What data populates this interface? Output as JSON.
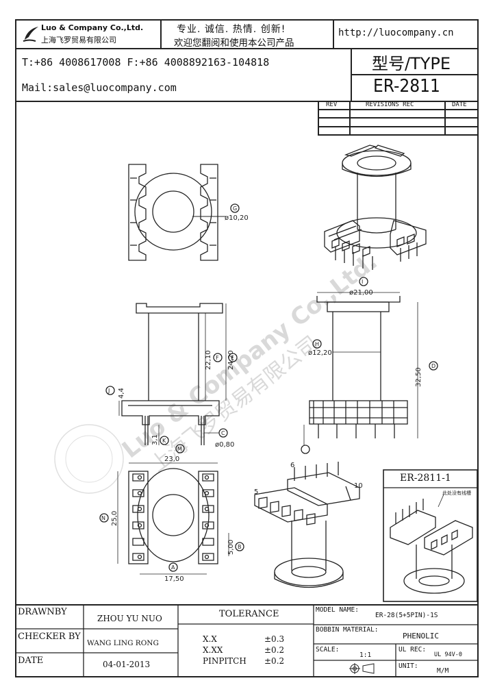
{
  "header": {
    "company_en": "Luo & Company Co.,Ltd.",
    "company_cn": "上海飞罗贸易有限公司",
    "slogan_1": "专业. 诚信. 热情. 创新!",
    "slogan_2": "欢迎您翻阅和使用本公司产品",
    "website": "http://luocompany.cn",
    "phone_fax": "T:+86 4008617008 F:+86 4008892163-104818",
    "mail": "Mail:sales@luocompany.com",
    "type_label": "型号/TYPE",
    "type_value": "ER-2811"
  },
  "revisions": {
    "col_rev": "REV",
    "col_rec": "REVISIONS REC",
    "col_date": "DATE"
  },
  "dimensions": {
    "g_label": "G",
    "g_value": "ø10,20",
    "i_label": "I",
    "i_value": "ø21,00",
    "h_label": "H",
    "h_value": "ø12,20",
    "d_label": "D",
    "d_value": "32,50",
    "f_label": "F",
    "f_value": "22,10",
    "e_label": "E",
    "e_value": "24,20",
    "j_label": "J",
    "j_value": "4,4",
    "k_label": "K",
    "k_value": "3,1",
    "c_label": "C",
    "c_value": "ø0,80",
    "m_label": "M",
    "m_value": "23,0",
    "n_label": "N",
    "n_value": "25,0",
    "b_label": "B",
    "b_value": "5,00",
    "a_label": "A",
    "a_value": "17,50",
    "pin_6": "6",
    "pin_5": "5",
    "pin_10": "10"
  },
  "variant": {
    "title": "ER-2811-1",
    "note": "此处没有线槽"
  },
  "watermark": {
    "en": "Luo & Company Co.,Ltd.",
    "cn": "上海飞罗贸易有限公司"
  },
  "footer": {
    "drawnby_label": "DRAWNBY",
    "drawnby_value": "ZHOU YU NUO",
    "checker_label": "CHECKER BY",
    "checker_value": "WANG LING RONG",
    "date_label": "DATE",
    "date_value": "04-01-2013",
    "tolerance_label": "TOLERANCE",
    "tol_rows": [
      {
        "k": "X.X",
        "v": "±0.3"
      },
      {
        "k": "X.XX",
        "v": "±0.2"
      },
      {
        "k": "PINPITCH",
        "v": "±0.2"
      }
    ],
    "model_label": "MODEL NAME:",
    "model_value": "ER-28(5+5PIN)-1S",
    "bobbin_label": "BOBBIN MATERIAL:",
    "bobbin_value": "PHENOLIC",
    "scale_label": "SCALE:",
    "scale_value": "1:1",
    "ulrec_label": "UL REC:",
    "ulrec_value": "UL 94V-0",
    "unit_label": "UNIT:",
    "unit_value": "M/M"
  }
}
